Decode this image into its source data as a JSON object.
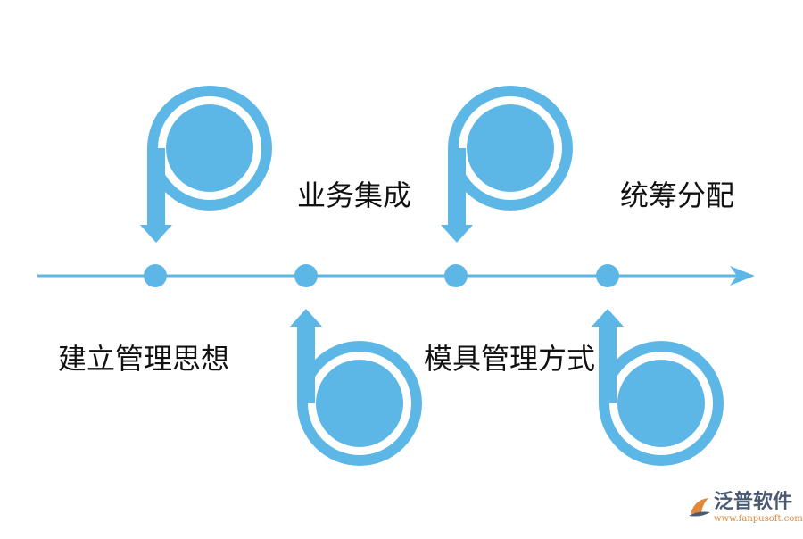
{
  "colors": {
    "accent": "#5db7e6",
    "text": "#111111",
    "logo_text": "#4a5a73",
    "logo_url": "#e0893a"
  },
  "steps": [
    {
      "label": "建立管理思想"
    },
    {
      "label": "业务集成"
    },
    {
      "label": "模具管理方式"
    },
    {
      "label": "统筹分配"
    }
  ],
  "logo": {
    "name": "泛普软件",
    "url": "www.fanpusoft.com",
    "icon": "fanpu-logo-icon"
  }
}
